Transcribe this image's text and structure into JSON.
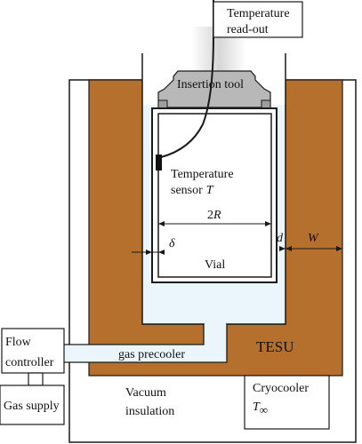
{
  "labels": {
    "temperature_readout_line1": "Temperature",
    "temperature_readout_line2": "read-out",
    "insertion_tool": "Insertion tool",
    "temperature_sensor_line1": "Temperature",
    "temperature_sensor_line2": "sensor",
    "temperature_sensor_symbol": "T",
    "two_r": "2",
    "two_r_symbol": "R",
    "delta": "δ",
    "d": "d",
    "w": "W",
    "vial": "Vial",
    "flow_controller_line1": "Flow",
    "flow_controller_line2": "controller",
    "gas_precooler": "gas precooler",
    "tesu": "TESU",
    "gas_supply": "Gas supply",
    "vacuum_insulation_line1": "Vacuum",
    "vacuum_insulation_line2": "insulation",
    "cryocooler_line1": "Cryocooler",
    "cryocooler_symbol": "T",
    "cryocooler_subscript": "∞"
  },
  "colors": {
    "tesu_brown": "#b5702e",
    "cavity_blue": "#eaf6fb",
    "tool_gray": "#b8b8b8",
    "line": "#1a1a1a"
  }
}
